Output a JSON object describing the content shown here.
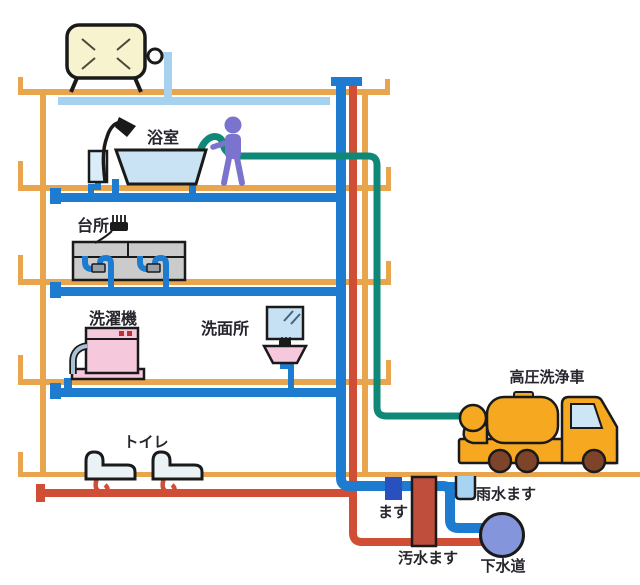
{
  "labels": {
    "bathroom": "浴室",
    "kitchen": "台所",
    "washing_machine": "洗濯機",
    "washroom": "洗面所",
    "toilet": "トイレ",
    "pressure_truck": "高圧洗浄車",
    "masu": "ます",
    "rain_masu": "雨水ます",
    "sewage_masu": "汚水ます",
    "sewer": "下水道"
  },
  "palette": {
    "structure_orange": "#E8A54E",
    "pipe_blue": "#1E7CD0",
    "pipe_red": "#D14E36",
    "hose_teal": "#108878",
    "supply_lightblue": "#A6D2F0",
    "bath_water": "#C9E3F4",
    "heater_blue": "#D9ECF8",
    "person_purple": "#7B74CE",
    "tank_cream": "#F7F3CE",
    "fixture_pink": "#F6C8DC",
    "counter_gray": "#CBCBCB",
    "truck_orange": "#F6A821",
    "wheel_brown": "#7E4429",
    "windshield_blue": "#CCE6F6",
    "mirror_blue": "#C6E1F3",
    "sewer_circle": "#8495DB",
    "masu_blue": "#2850BE",
    "rain_masu_lightblue": "#A6D4F2",
    "sewage_masu_red": "#BF4E3C",
    "toilet_white": "#EAF2F5",
    "outline": "#1A1A1A"
  }
}
